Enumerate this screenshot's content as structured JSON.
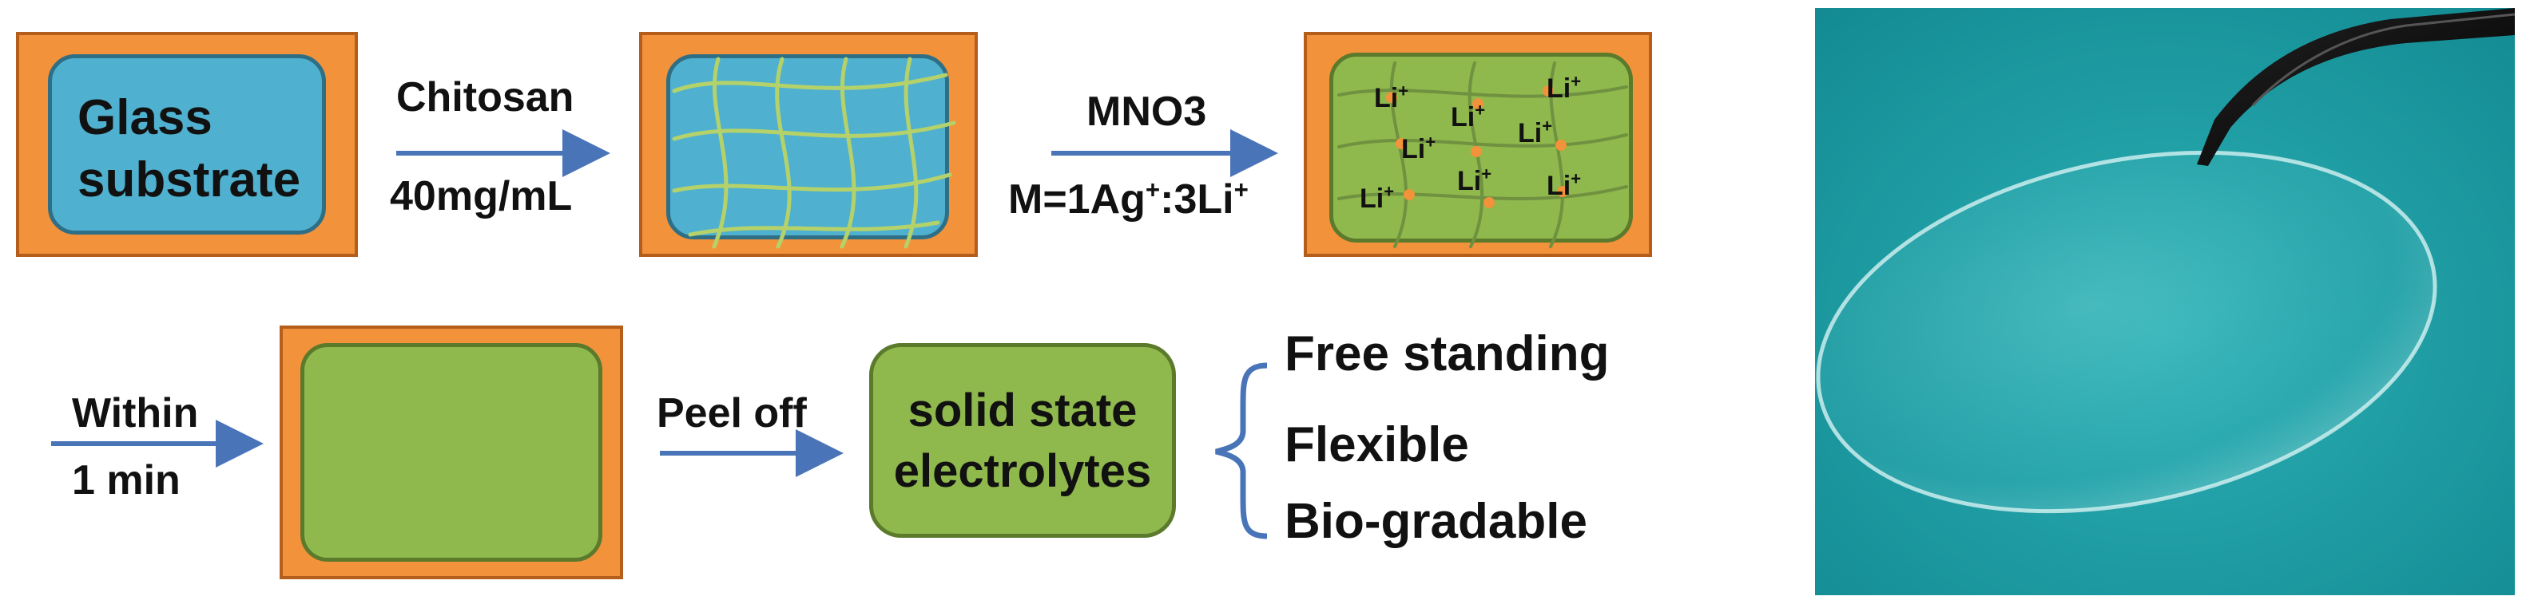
{
  "panel1": {
    "label_line1": "Glass",
    "label_line2": "substrate"
  },
  "step1": {
    "reagent": "Chitosan",
    "concentration": "40mg/mL"
  },
  "step2": {
    "reagent": "MNO3",
    "ratio_prefix": "M=1Ag",
    "ratio_sup1": "+",
    "ratio_mid": ":3Li",
    "ratio_sup2": "+"
  },
  "ions": {
    "symbol": "Li",
    "charge": "+"
  },
  "step3": {
    "line1": "Within",
    "line2": "1 min"
  },
  "step4": {
    "label": "Peel off"
  },
  "result": {
    "line1": "solid state",
    "line2": "electrolytes"
  },
  "properties": [
    "Free standing",
    "Flexible",
    "Bio-gradable"
  ],
  "colors": {
    "frame_orange": "#f2923a",
    "substrate_blue": "#4fb1cf",
    "gel_green": "#8fb84d",
    "arrow_blue": "#4a74b8",
    "fiber_green": "#b5d26a",
    "photo_background": "#1c9fa6"
  }
}
